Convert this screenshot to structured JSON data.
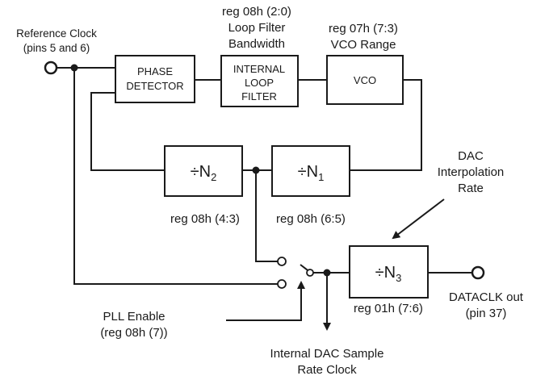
{
  "inputs": {
    "ref_clock_line1": "Reference Clock",
    "ref_clock_line2": "(pins 5 and 6)"
  },
  "blocks": {
    "phase_detector_line1": "PHASE",
    "phase_detector_line2": "DETECTOR",
    "loop_filter_line1": "INTERNAL",
    "loop_filter_line2": "LOOP",
    "loop_filter_line3": "FILTER",
    "vco": "VCO",
    "n2_div": "÷N",
    "n2_sub": "2",
    "n1_div": "÷N",
    "n1_sub": "1",
    "n3_div": "÷N",
    "n3_sub": "3"
  },
  "registers": {
    "loop_filter_reg": "reg 08h (2:0)",
    "loop_filter_name1": "Loop Filter",
    "loop_filter_name2": "Bandwidth",
    "vco_reg": "reg 07h (7:3)",
    "vco_name": "VCO Range",
    "n2_reg": "reg 08h (4:3)",
    "n1_reg": "reg 08h (6:5)",
    "n3_reg": "reg 01h (7:6)"
  },
  "annotations": {
    "dac_interp_line1": "DAC",
    "dac_interp_line2": "Interpolation",
    "dac_interp_line3": "Rate",
    "pll_enable_line1": "PLL Enable",
    "pll_enable_line2": "(reg 08h (7))",
    "internal_clock_line1": "Internal DAC Sample",
    "internal_clock_line2": "Rate Clock"
  },
  "outputs": {
    "dataclk_line1": "DATACLK out",
    "dataclk_line2": "(pin 37)"
  }
}
